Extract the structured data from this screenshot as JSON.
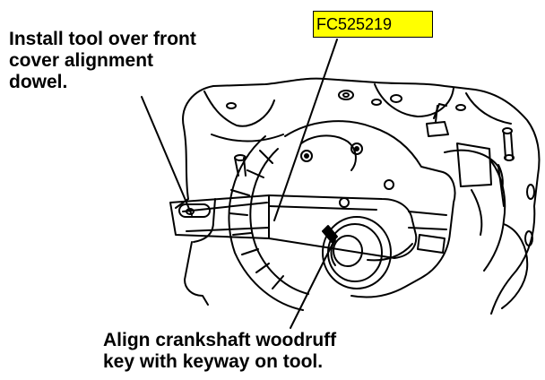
{
  "labels": {
    "part_number": "FC525219",
    "install_line1": "Install tool over front",
    "install_line2": "cover alignment",
    "install_line3": "dowel.",
    "align_line1": "Align crankshaft woodruff",
    "align_line2": "key with keyway on tool."
  },
  "colors": {
    "tag_background": "#ffff00",
    "line": "#000000",
    "background": "#ffffff"
  }
}
